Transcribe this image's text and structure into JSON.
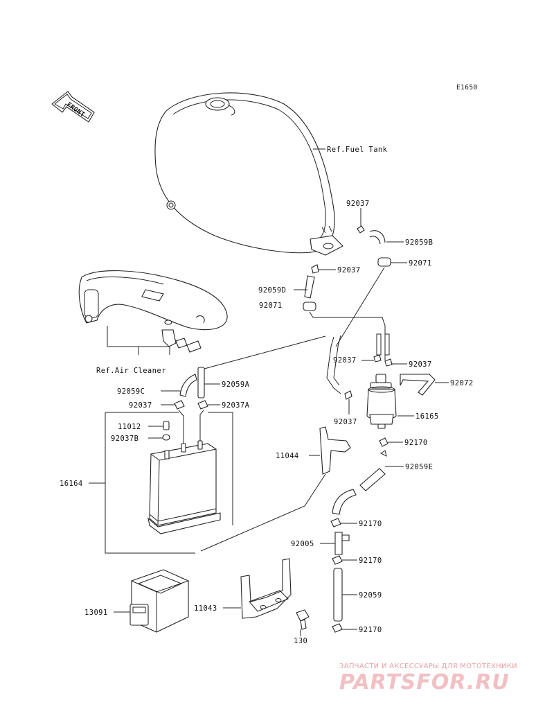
{
  "diagram_code": "E1650",
  "front_label": "FRONT",
  "refs": {
    "fuel_tank": "Ref.Fuel Tank",
    "air_cleaner": "Ref.Air Cleaner"
  },
  "parts": {
    "p92037_top": "92037",
    "p92059B": "92059B",
    "p92071_right": "92071",
    "p92037_b": "92037",
    "p92059D": "92059D",
    "p92071_left": "92071",
    "p92037_c": "92037",
    "p92037_d": "92037",
    "p92072": "92072",
    "p92059C": "92059C",
    "p92059A": "92059A",
    "p92037_e": "92037",
    "p92037A": "92037A",
    "p16165": "16165",
    "p92037_f": "92037",
    "p11012": "11012",
    "p92037B": "92037B",
    "p92170_a": "92170",
    "p11044": "11044",
    "p92059E": "92059E",
    "p16164": "16164",
    "p92170_b": "92170",
    "p92005": "92005",
    "p92170_c": "92170",
    "p92059": "92059",
    "p13091": "13091",
    "p11043": "11043",
    "p92170_d": "92170",
    "p130": "130"
  },
  "watermark": {
    "tagline": "ЗАПЧАСТИ И АКСЕССУАРЫ ДЛЯ МОТОТЕХНИКИ",
    "brand": "PARTSFOR.RU"
  }
}
